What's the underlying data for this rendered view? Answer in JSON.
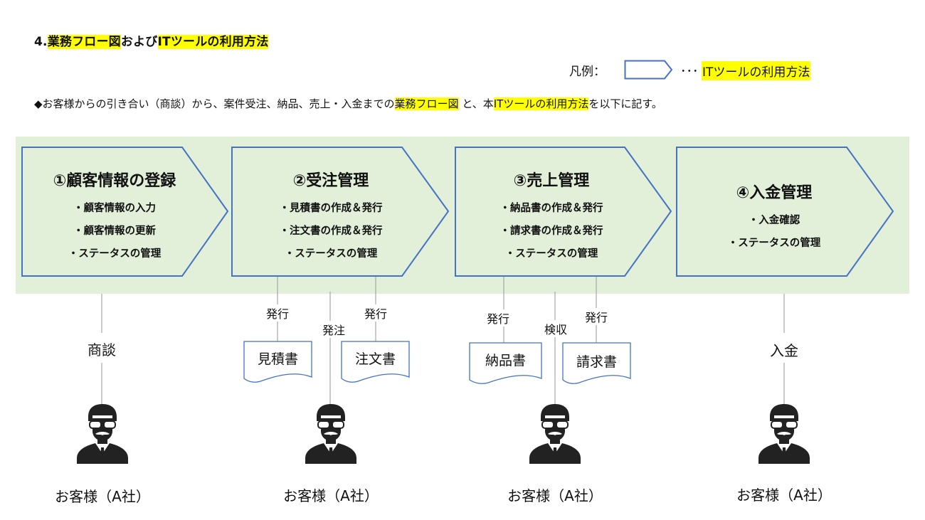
{
  "title": {
    "prefix": "4.",
    "hl1": "業務フロー図",
    "mid": "および",
    "hl2": "ITツールの利用方法"
  },
  "legend": {
    "label": "凡例：",
    "sep": "･･･",
    "text": "ITツールの利用方法"
  },
  "intro": {
    "part1": "◆お客様からの引き合い（商談）から、案件受注、納品、売上・入金までの",
    "hl1": "業務フロー図",
    "part2": " と、本",
    "hl2": "ITツールの利用方法",
    "part3": "を以下に記す。"
  },
  "steps": [
    {
      "title": "①顧客情報の登録",
      "items": [
        "・顧客情報の入力",
        "・顧客情報の更新",
        "・ステータスの管理"
      ]
    },
    {
      "title": "②受注管理",
      "items": [
        "・見積書の作成＆発行",
        "・注文書の作成＆発行",
        "・ステータスの管理"
      ]
    },
    {
      "title": "③売上管理",
      "items": [
        "・納品書の作成＆発行",
        "・請求書の作成＆発行",
        "・ステータスの管理"
      ]
    },
    {
      "title": "④入金管理",
      "items": [
        "・入金確認",
        "・ステータスの管理"
      ]
    }
  ],
  "flow_labels": {
    "negotiation": "商談",
    "issue1": "発行",
    "order": "発注",
    "issue2": "発行",
    "issue3": "発行",
    "inspection": "検収",
    "issue4": "発行",
    "payment": "入金"
  },
  "documents": {
    "estimate": "見積書",
    "order_form": "注文書",
    "delivery": "納品書",
    "invoice": "請求書"
  },
  "customers": [
    "お客様（A社）",
    "お客様（A社）",
    "お客様（A社）",
    "お客様（A社）"
  ],
  "colors": {
    "arrow_stroke": "#4472c4",
    "band": "#e2efd9",
    "highlight": "#ffff00",
    "connector": "#a6a6a6",
    "person": "#222222"
  }
}
